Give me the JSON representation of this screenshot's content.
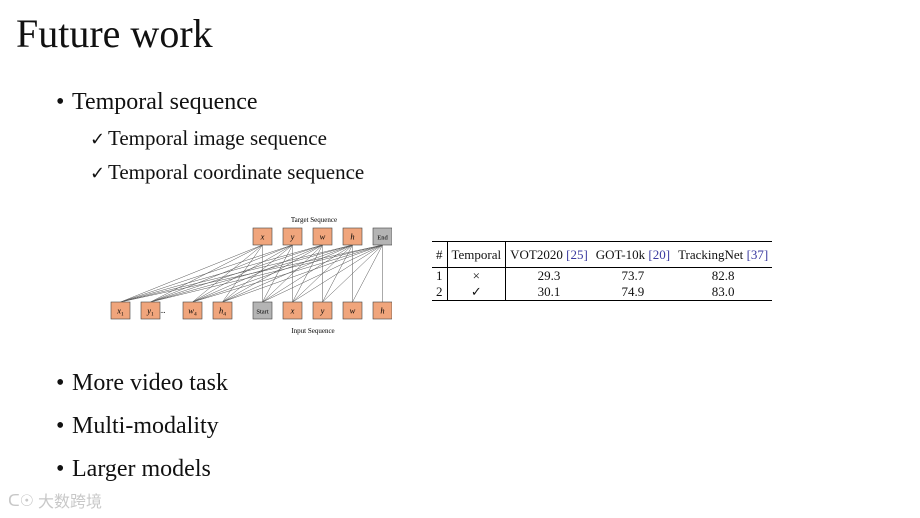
{
  "slide": {
    "title": "Future work",
    "bullets_top": [
      "Temporal sequence"
    ],
    "sub_items": [
      "Temporal image sequence",
      "Temporal coordinate sequence"
    ],
    "bullets_bottom": [
      "More video task",
      "Multi-modality",
      "Larger models"
    ]
  },
  "diagram": {
    "target_label": "Target Sequence",
    "input_label": "Input Sequence",
    "ellipsis": "...",
    "target_tokens": [
      {
        "text": "x",
        "kind": "coord"
      },
      {
        "text": "y",
        "kind": "coord"
      },
      {
        "text": "w",
        "kind": "coord"
      },
      {
        "text": "h",
        "kind": "coord"
      },
      {
        "text": "End",
        "kind": "special"
      }
    ],
    "input_tokens": [
      {
        "text": "x",
        "sub": "1",
        "kind": "coord"
      },
      {
        "text": "y",
        "sub": "1",
        "kind": "coord"
      },
      {
        "text": "w",
        "sub": "4",
        "kind": "coord"
      },
      {
        "text": "h",
        "sub": "4",
        "kind": "coord"
      },
      {
        "text": "Start",
        "kind": "special"
      },
      {
        "text": "x",
        "kind": "coord"
      },
      {
        "text": "y",
        "kind": "coord"
      },
      {
        "text": "w",
        "kind": "coord"
      },
      {
        "text": "h",
        "kind": "coord"
      }
    ],
    "colors": {
      "coord": "#f0a57c",
      "special": "#b4b4b4",
      "line": "#555555"
    }
  },
  "table": {
    "headers": [
      "#",
      "Temporal",
      "VOT2020",
      "GOT-10k",
      "TrackingNet"
    ],
    "refs": {
      "VOT2020": "[25]",
      "GOT-10k": "[20]",
      "TrackingNet": "[37]"
    },
    "rows": [
      [
        "1",
        "×",
        "29.3",
        "73.7",
        "82.8"
      ],
      [
        "2",
        "✓",
        "30.1",
        "74.9",
        "83.0"
      ]
    ]
  },
  "watermark": {
    "text": "大数跨境"
  }
}
